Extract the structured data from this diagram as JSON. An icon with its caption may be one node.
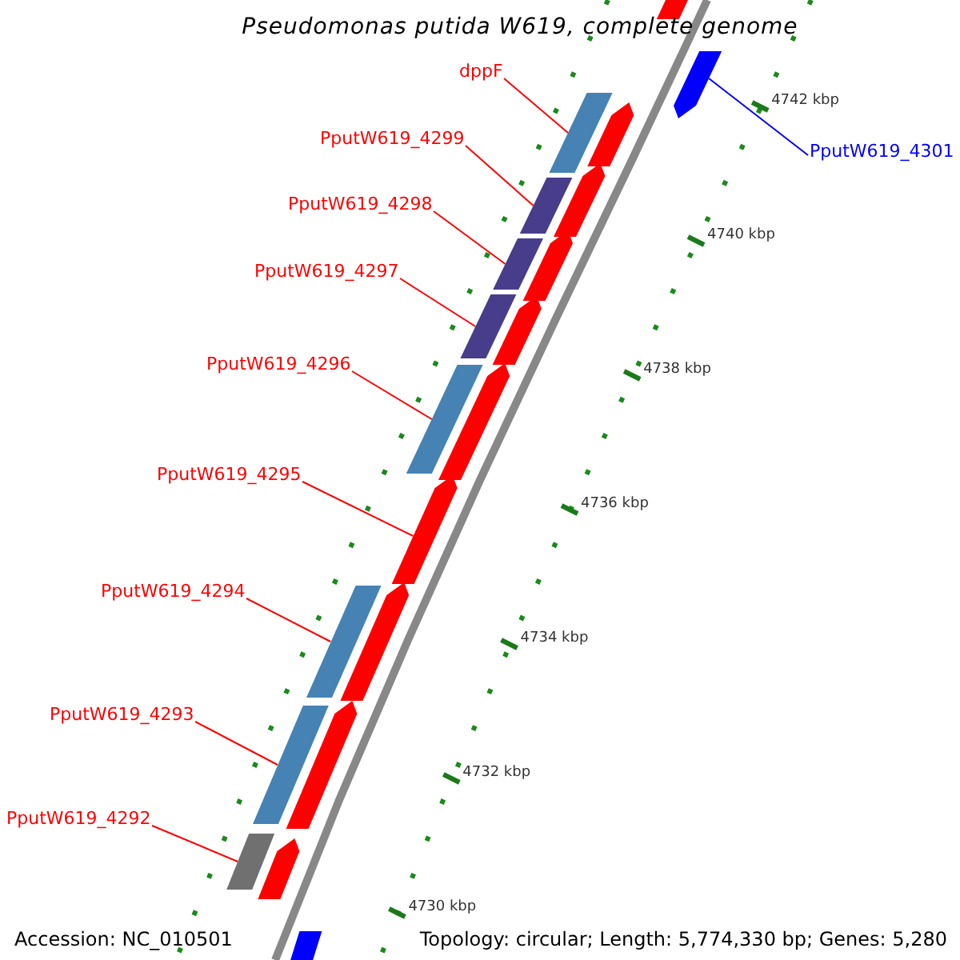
{
  "diagram": {
    "title": "Pseudomonas putida W619, complete genome",
    "nodes": [
      {
        "text": [
          "dppF"
        ]
      },
      {
        "text": [
          "PputW619_4301"
        ]
      },
      {
        "text": [
          "PputW619_4299"
        ]
      },
      {
        "text": [
          "PputW619_4298"
        ]
      },
      {
        "text": [
          "PputW619_4297"
        ]
      },
      {
        "text": [
          "PputW619_4296"
        ]
      },
      {
        "text": [
          "PputW619_4295"
        ]
      },
      {
        "text": [
          "PputW619_4294"
        ]
      },
      {
        "text": [
          "PputW619_4293"
        ]
      },
      {
        "text": [
          "PputW619_4292"
        ]
      },
      {
        "text": [],
        "shape": "bar"
      },
      {
        "text": [],
        "shape": "bar"
      },
      {
        "text": [],
        "shape": "bar"
      },
      {
        "text": [],
        "shape": "bar"
      },
      {
        "text": [],
        "shape": "bar"
      },
      {
        "text": [],
        "shape": "bar"
      },
      {
        "text": [],
        "shape": "bar"
      },
      {
        "text": [],
        "shape": "bar"
      },
      {
        "text": [],
        "shape": "bar"
      },
      {
        "text": [],
        "shape": "bar"
      },
      {
        "text": [],
        "shape": "bar"
      },
      {
        "text": [],
        "shape": "bar"
      },
      {
        "text": [],
        "shape": "bar"
      },
      {
        "text": [],
        "shape": "bar"
      },
      {
        "text": [],
        "shape": "bar"
      },
      {
        "text": [],
        "shape": "bar"
      },
      {
        "text": [],
        "shape": "bar"
      },
      {
        "text": [],
        "shape": "bar"
      },
      {
        "text": [],
        "shape": "bar"
      },
      {
        "text": [],
        "shape": "bar"
      }
    ],
    "edges": [
      {
        "from": 0,
        "to": 11,
        "arrow": "none"
      },
      {
        "from": 1,
        "to": 10,
        "arrow": "none",
        "color": "#0000ff"
      },
      {
        "from": 2,
        "to": 12,
        "arrow": "none"
      },
      {
        "from": 3,
        "to": 13,
        "arrow": "none"
      },
      {
        "from": 4,
        "to": 14,
        "arrow": "none"
      },
      {
        "from": 5,
        "to": 15,
        "arrow": "none"
      },
      {
        "from": 6,
        "to": 16,
        "arrow": "none"
      },
      {
        "from": 7,
        "to": 17,
        "arrow": "none"
      },
      {
        "from": 8,
        "to": 18,
        "arrow": "none"
      },
      {
        "from": 9,
        "to": 19,
        "arrow": "none"
      }
    ],
    "labels": [
      "4742 kbp",
      "4740 kbp",
      "4738 kbp",
      "4736 kbp",
      "4734 kbp",
      "4732 kbp",
      "4730 kbp",
      "Accession: NC_010501",
      "Topology: circular; Length: 5,774,330 bp; Genes: 5,280"
    ]
  }
}
